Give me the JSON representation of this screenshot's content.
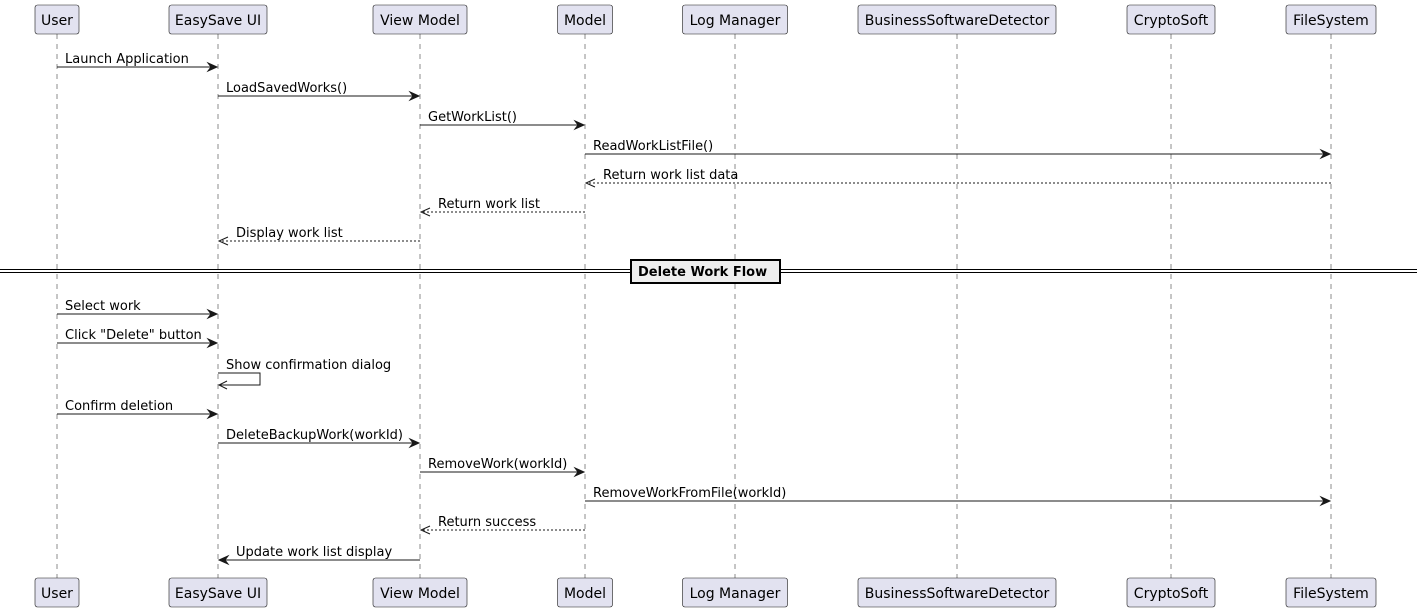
{
  "participants": [
    {
      "id": "user",
      "label": "User"
    },
    {
      "id": "ui",
      "label": "EasySave UI"
    },
    {
      "id": "vm",
      "label": "View Model"
    },
    {
      "id": "model",
      "label": "Model"
    },
    {
      "id": "log",
      "label": "Log Manager"
    },
    {
      "id": "bsd",
      "label": "BusinessSoftwareDetector"
    },
    {
      "id": "crypto",
      "label": "CryptoSoft"
    },
    {
      "id": "fs",
      "label": "FileSystem"
    }
  ],
  "messages": [
    {
      "from": "user",
      "to": "ui",
      "label": "Launch Application",
      "style": "solid"
    },
    {
      "from": "ui",
      "to": "vm",
      "label": "LoadSavedWorks()",
      "style": "solid"
    },
    {
      "from": "vm",
      "to": "model",
      "label": "GetWorkList()",
      "style": "solid"
    },
    {
      "from": "model",
      "to": "fs",
      "label": "ReadWorkListFile()",
      "style": "solid"
    },
    {
      "from": "fs",
      "to": "model",
      "label": "Return work list data",
      "style": "dashed"
    },
    {
      "from": "model",
      "to": "vm",
      "label": "Return work list",
      "style": "dashed"
    },
    {
      "from": "vm",
      "to": "ui",
      "label": "Display work list",
      "style": "dashed"
    },
    {
      "divider": "Delete Work Flow"
    },
    {
      "from": "user",
      "to": "ui",
      "label": "Select work",
      "style": "solid"
    },
    {
      "from": "user",
      "to": "ui",
      "label": "Click \"Delete\" button",
      "style": "solid"
    },
    {
      "from": "ui",
      "to": "ui",
      "label": "Show confirmation dialog",
      "style": "solid"
    },
    {
      "from": "user",
      "to": "ui",
      "label": "Confirm deletion",
      "style": "solid"
    },
    {
      "from": "ui",
      "to": "vm",
      "label": "DeleteBackupWork(workId)",
      "style": "solid"
    },
    {
      "from": "vm",
      "to": "model",
      "label": "RemoveWork(workId)",
      "style": "solid"
    },
    {
      "from": "model",
      "to": "fs",
      "label": "RemoveWorkFromFile(workId)",
      "style": "solid"
    },
    {
      "from": "model",
      "to": "vm",
      "label": "Return success",
      "style": "dashed"
    },
    {
      "from": "vm",
      "to": "ui",
      "label": "Update work list display",
      "style": "solid"
    }
  ]
}
